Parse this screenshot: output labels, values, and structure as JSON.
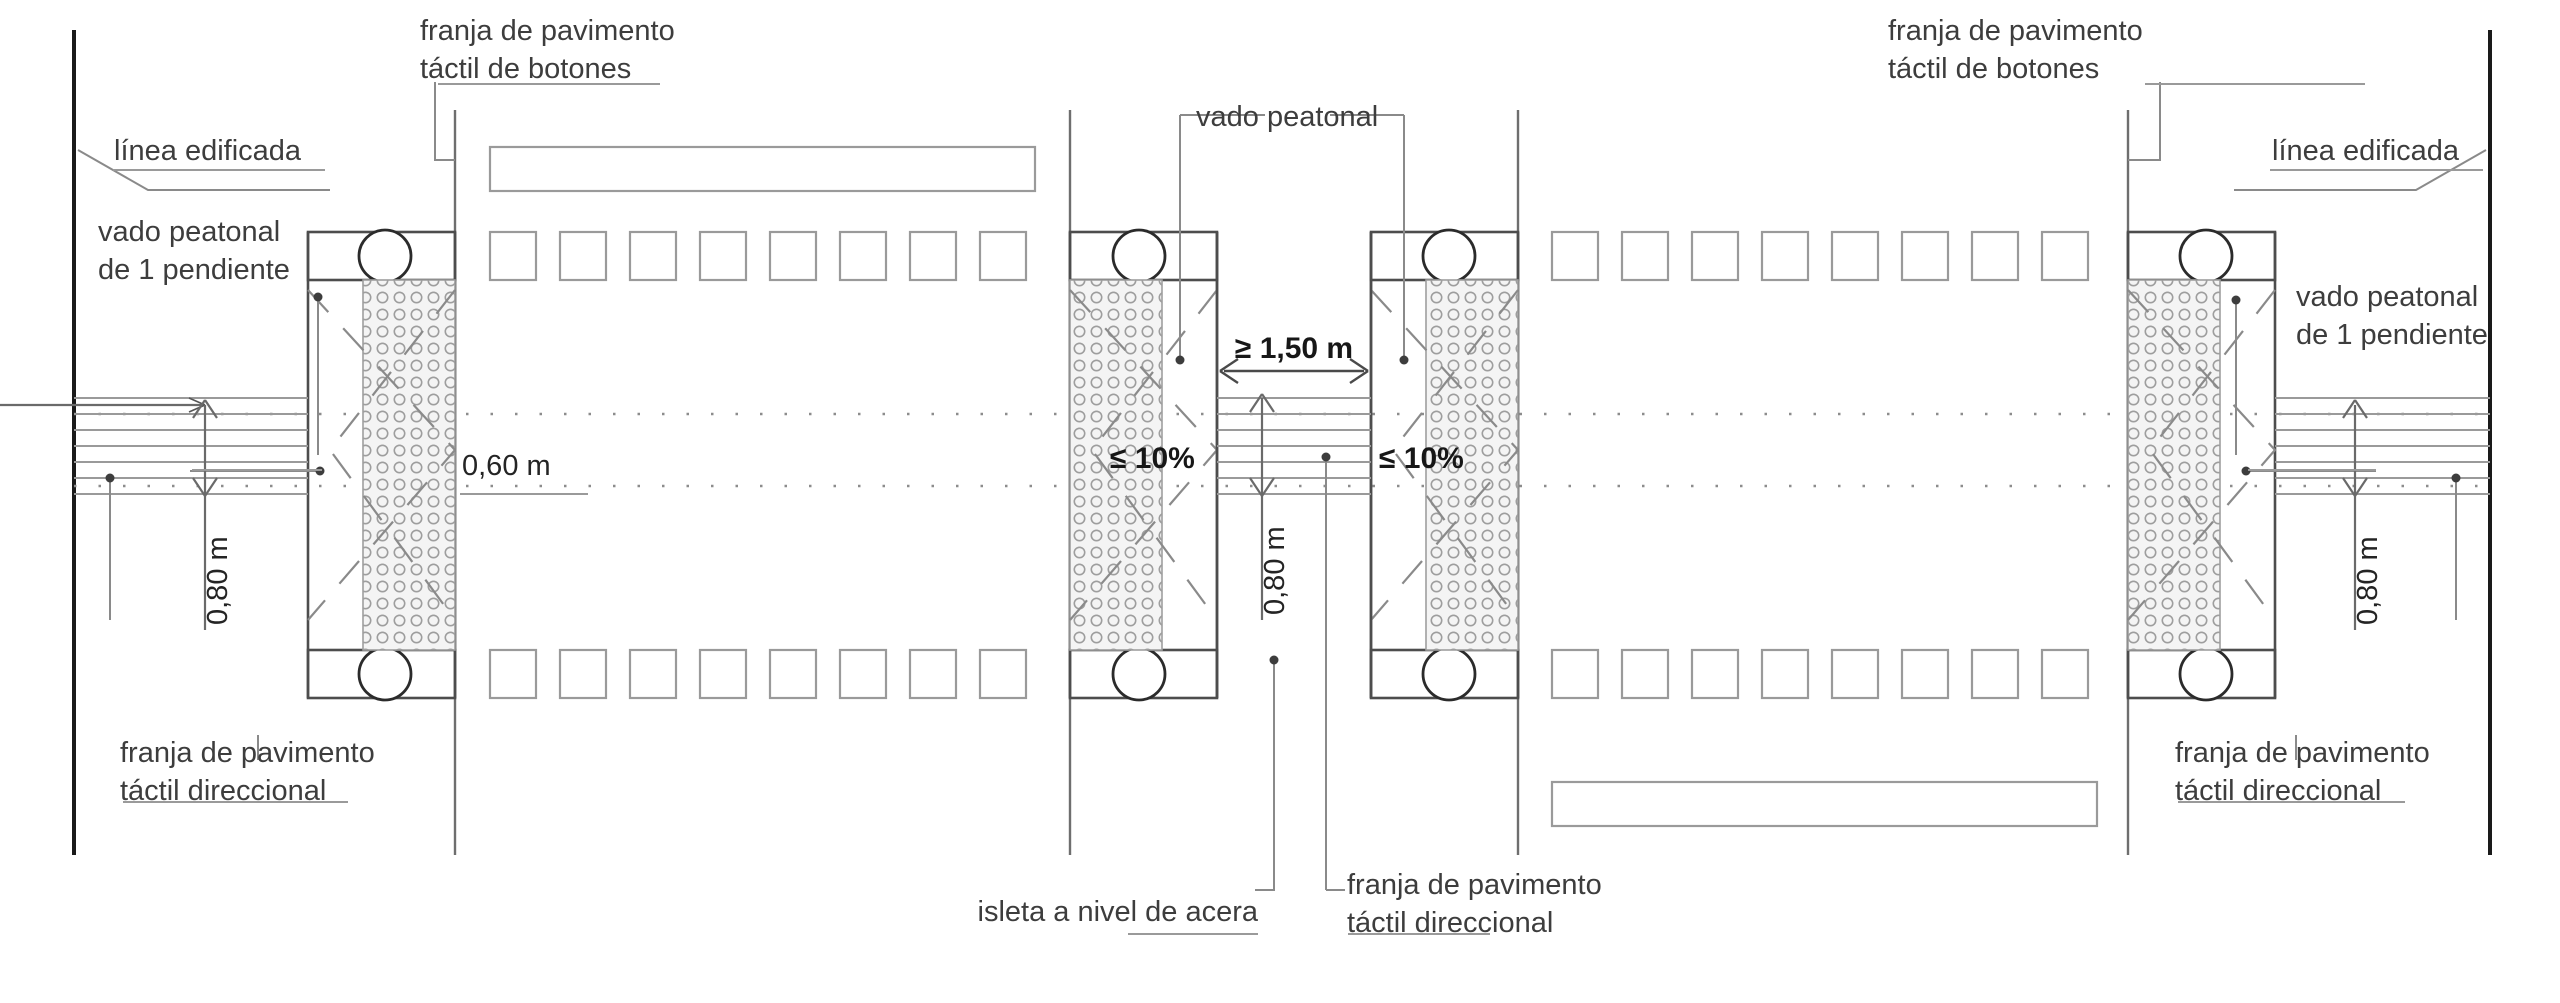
{
  "drawing": {
    "title": "Planta de cruce peatonal con isleta a nivel de acera",
    "type": "technical-plan",
    "colors": {
      "line_dark": "#1a1a1a",
      "line_medium": "#595959",
      "line_light": "#9a9a9a",
      "tactile_fill": "#f2f2f2",
      "text": "#3d3d3d",
      "text_bold": "#171717",
      "background": "#ffffff"
    }
  },
  "labels": {
    "building_line_left": "línea edificada",
    "building_line_right": "línea edificada",
    "tactile_button_strip_left_line1": "franja de pavimento",
    "tactile_button_strip_left_line2": "táctil de botones",
    "tactile_button_strip_right_line1": "franja de pavimento",
    "tactile_button_strip_right_line2": "táctil de botones",
    "pedestrian_ramp_left_line1": "vado peatonal",
    "pedestrian_ramp_left_line2": "de 1 pendiente",
    "pedestrian_ramp_right_line1": "vado peatonal",
    "pedestrian_ramp_right_line2": "de 1 pendiente",
    "pedestrian_crossing_center": "vado peatonal",
    "tactile_directional_strip_left_line1": "franja de pavimento",
    "tactile_directional_strip_left_line2": "táctil direccional",
    "tactile_directional_strip_right_line1": "franja de pavimento",
    "tactile_directional_strip_right_line2": "táctil direccional",
    "tactile_directional_strip_bottom_line1": "franja de pavimento",
    "tactile_directional_strip_bottom_line2": "táctil direccional",
    "island_label": "isleta a nivel de acera"
  },
  "dimensions": {
    "strip_width_left": "0,60 m",
    "directional_depth_left": "0,80 m",
    "directional_depth_right": "0,80 m",
    "island_width": "≥ 1,50 m",
    "island_depth": "0,80 m",
    "slope_left": "≤ 10%",
    "slope_right": "≤ 10%"
  }
}
